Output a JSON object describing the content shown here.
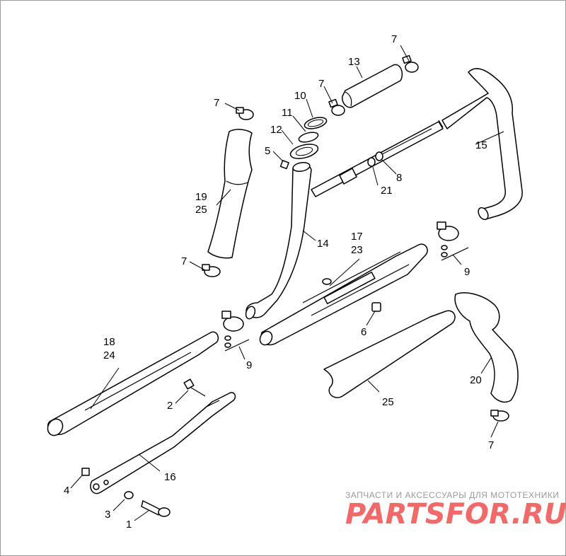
{
  "callouts": {
    "c1": "1",
    "c2": "2",
    "c3": "3",
    "c4": "4",
    "c5": "5",
    "c6": "6",
    "c7a": "7",
    "c7b": "7",
    "c7c": "7",
    "c7d": "7",
    "c7e": "7",
    "c8": "8",
    "c9a": "9",
    "c9b": "9",
    "c10": "10",
    "c11": "11",
    "c12": "12",
    "c13": "13",
    "c14": "14",
    "c15": "15",
    "c16": "16",
    "c17": "17",
    "c23": "23",
    "c18": "18",
    "c24": "24",
    "c19": "19",
    "c25a": "25",
    "c20": "20",
    "c21": "21",
    "c25b": "25"
  },
  "watermark": {
    "tagline": "ЗАПЧАСТИ И АКСЕССУАРЫ ДЛЯ МОТОТЕХНИКИ",
    "logo": "PARTSFOR.RU"
  },
  "colors": {
    "logo": "#f06a6a",
    "tagline": "#9a9a9a",
    "ink": "#000000"
  }
}
